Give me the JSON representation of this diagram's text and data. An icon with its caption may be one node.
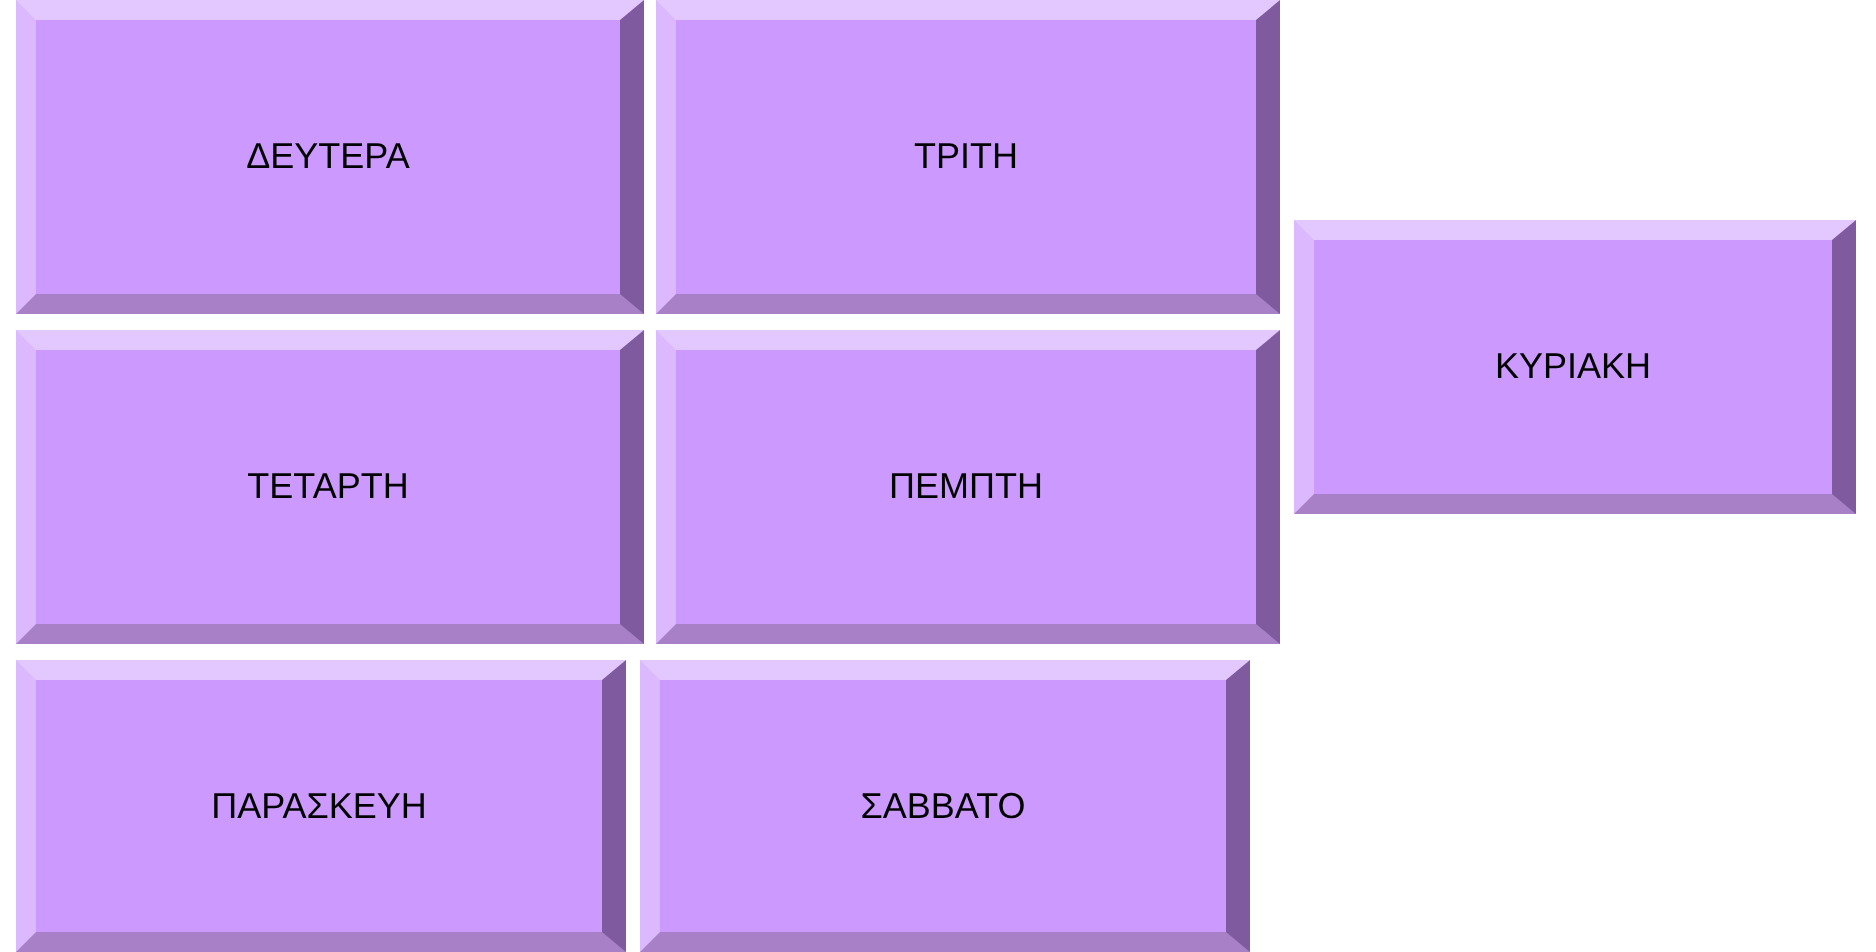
{
  "diagram": {
    "nodes": [
      {
        "text": [
          "ΔΕΥΤΕΡΑ"
        ]
      },
      {
        "text": [
          "ΤΡΙΤΗ"
        ]
      },
      {
        "text": [
          "ΚΥΡΙΑΚΗ"
        ]
      },
      {
        "text": [
          "ΤΕΤΑΡΤΗ"
        ]
      },
      {
        "text": [
          "ΠΕΜΠΤΗ"
        ]
      },
      {
        "text": [
          "ΠΑΡΑΣΚΕΥΗ"
        ]
      },
      {
        "text": [
          "ΣΑΒΒΑΤΟ"
        ]
      }
    ]
  }
}
